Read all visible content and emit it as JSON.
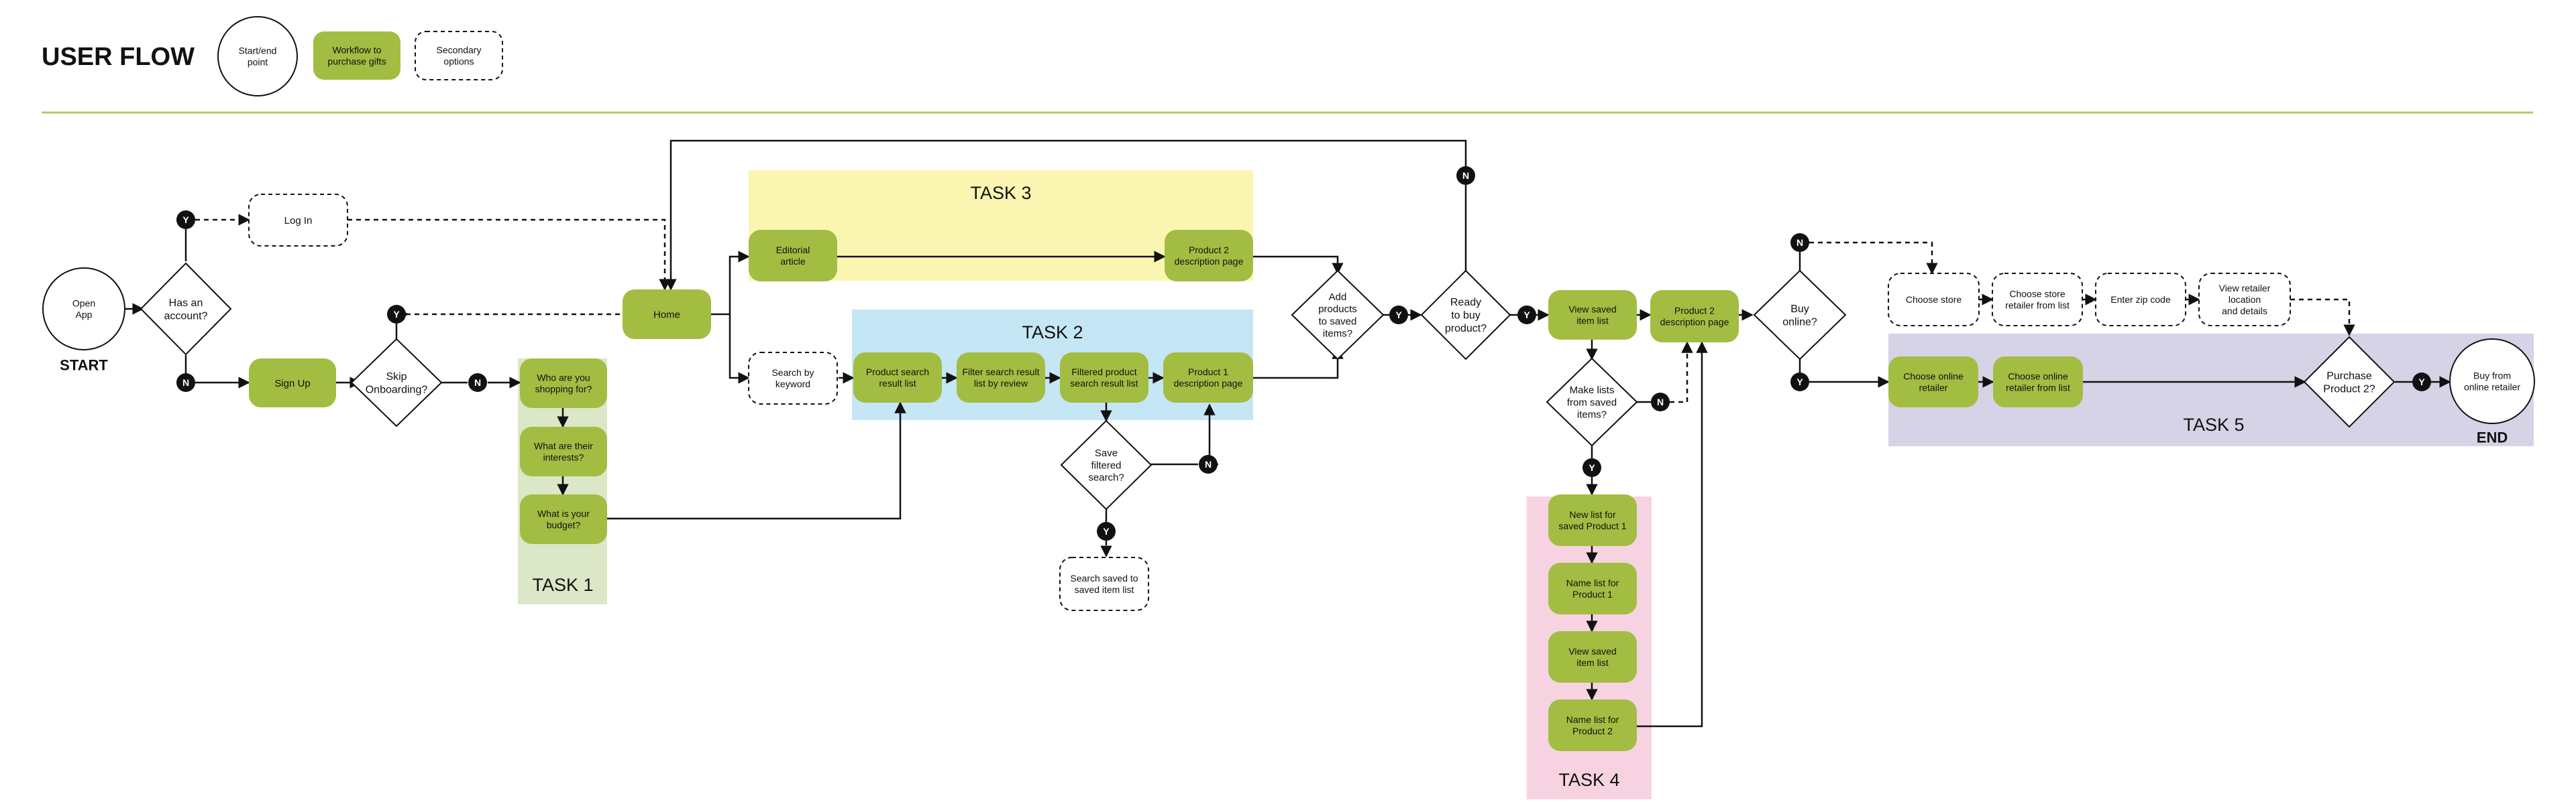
{
  "title": "USER FLOW",
  "legend": {
    "start_end": "Start/end\npoint",
    "workflow": "Workflow to\npurchase gifts",
    "secondary": "Secondary\noptions"
  },
  "colors": {
    "green": "#a2bd42",
    "task1": "#dbe7c6",
    "task2": "#c5e6f5",
    "task3": "#fbf5b2",
    "task4": "#f7d3e2",
    "task5": "#d7d3e6",
    "badge": "#111111",
    "line": "#111111",
    "divider": "#b5c86c"
  },
  "terminals": {
    "start": "START",
    "end": "END"
  },
  "tasks": [
    "TASK 1",
    "TASK 2",
    "TASK 3",
    "TASK 4",
    "TASK 5"
  ],
  "nodes": {
    "open_app": "Open\nApp",
    "has_account": "Has an\naccount?",
    "log_in": "Log In",
    "sign_up": "Sign Up",
    "skip_onboarding": "Skip\nOnboarding?",
    "who_shopping": "Who are you\nshopping for?",
    "interests": "What are their\ninterests?",
    "budget": "What is your\nbudget?",
    "home": "Home",
    "editorial": "Editorial\narticle",
    "product2_desc_top": "Product 2\ndescription page",
    "search_keyword": "Search by\nkeyword",
    "product_search_list": "Product search\nresult list",
    "filter_review": "Filter search result\nlist by review",
    "filtered_list": "Filtered product\nsearch result list",
    "product1_desc": "Product 1\ndescription page",
    "save_search": "Save\nfiltered\nsearch?",
    "search_saved": "Search saved to\nsaved item list",
    "add_products": "Add\nproducts\nto saved\nitems?",
    "ready_to_buy": "Ready\nto buy\nproduct?",
    "view_saved_1": "View saved\nitem list",
    "make_lists": "Make lists\nfrom saved\nitems?",
    "new_list": "New list for\nsaved Product 1",
    "name_list_1": "Name list for\nProduct 1",
    "view_saved_2": "View saved\nitem list",
    "name_list_2": "Name list for\nProduct 2",
    "product2_desc_right": "Product 2\ndescription page",
    "buy_online": "Buy\nonline?",
    "choose_store": "Choose store",
    "choose_store_retailer": "Choose store\nretailer from list",
    "enter_zip": "Enter zip code",
    "view_retailer": "View retailer\nlocation\nand details",
    "choose_online_retailer": "Choose online\nretailer",
    "choose_online_from_list": "Choose online\nretailer from list",
    "purchase_product2": "Purchase\nProduct 2?",
    "buy_from_online": "Buy from\nonline retailer"
  },
  "badges": {
    "yes": "Y",
    "no": "N"
  }
}
